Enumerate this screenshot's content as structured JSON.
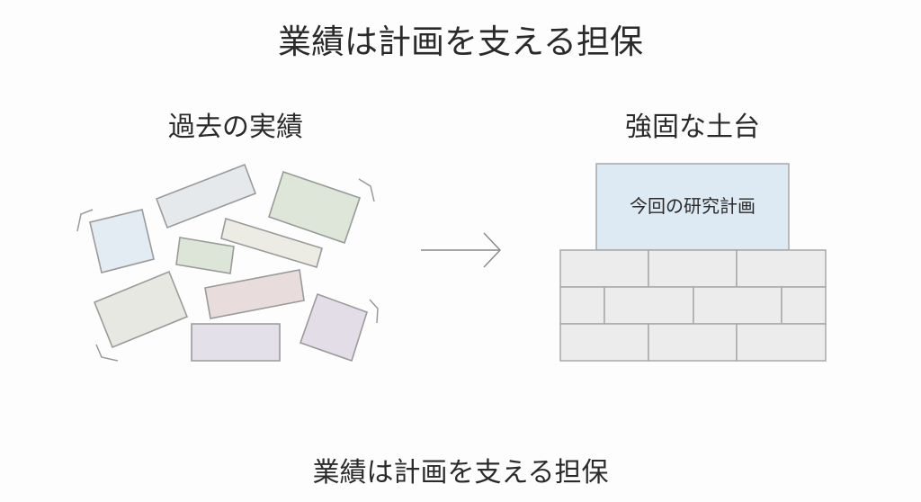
{
  "title": "業績は計画を支える担保",
  "left_heading": "過去の実績",
  "right_heading": "強固な土台",
  "plan_label": "今回の研究計画",
  "footer": "業績は計画を支える担保",
  "colors": {
    "block_stroke": "#9a9a9a",
    "plan_fill": "#dde9f3",
    "brick_fill": "#ececec",
    "block_fills": [
      "#e3ebf3",
      "#e6e9ec",
      "#dde6d8",
      "#dde5d8",
      "#ecece4",
      "#e7e8e2",
      "#e8dcdc",
      "#e4e0ea",
      "#e3dde8"
    ]
  }
}
